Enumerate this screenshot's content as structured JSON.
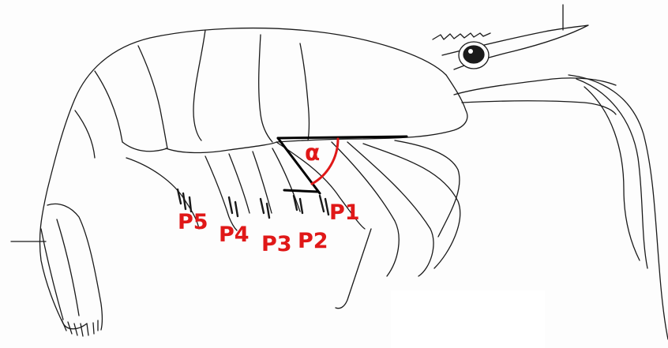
{
  "figure": {
    "angle_symbol": "α",
    "pereiopod_labels": [
      "P1",
      "P2",
      "P3",
      "P4",
      "P5"
    ],
    "colors": {
      "label": "#e01818",
      "angle_arc": "#e01818",
      "angle_lines": "#000000",
      "drawing": "#1a1a1a"
    }
  }
}
